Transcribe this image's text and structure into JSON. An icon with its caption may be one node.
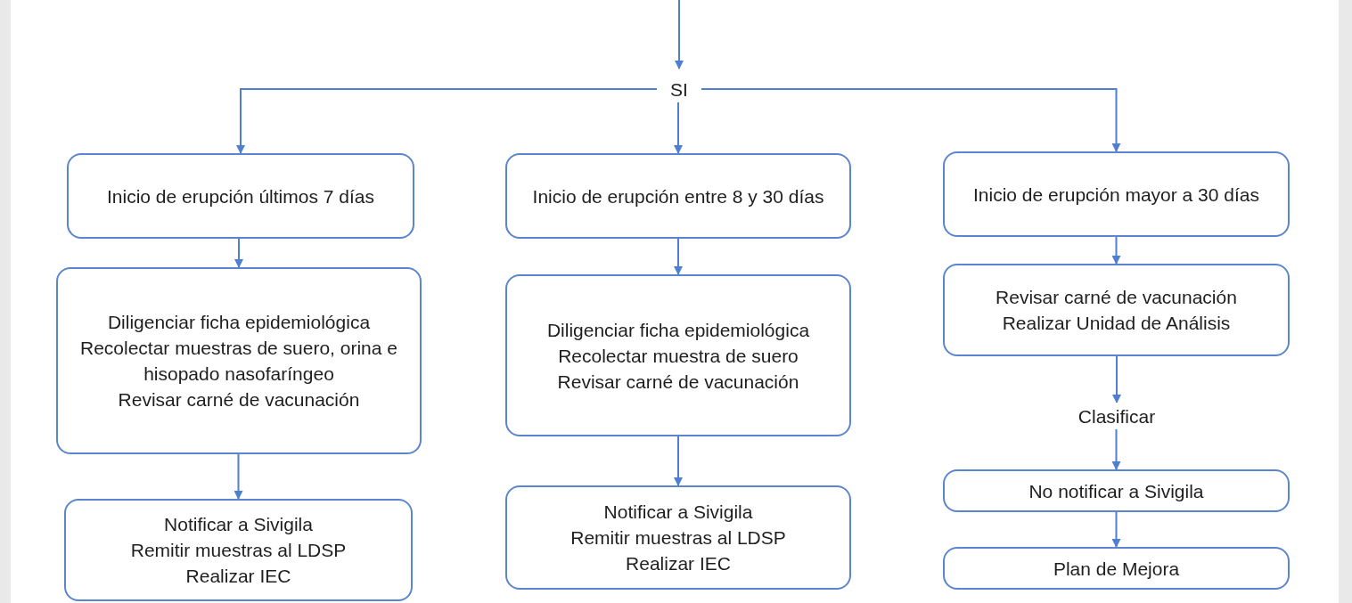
{
  "diagram": {
    "nodes": [
      {
        "text": [
          "SI"
        ]
      },
      {
        "text": [
          "Inicio de erupción últimos 7 días"
        ]
      },
      {
        "text": [
          "Inicio de erupción entre 8 y 30 días"
        ]
      },
      {
        "text": [
          "Inicio de erupción mayor a 30 días"
        ]
      },
      {
        "text": [
          "Diligenciar ficha epidemiológica",
          "Recolectar muestras de suero, orina e hisopado nasofaríngeo",
          "Revisar carné de vacunación"
        ]
      },
      {
        "text": [
          "Diligenciar ficha epidemiológica",
          "Recolectar muestra de suero",
          "Revisar carné de vacunación"
        ]
      },
      {
        "text": [
          "Revisar carné de vacunación",
          "Realizar Unidad de Análisis"
        ]
      },
      {
        "text": [
          "Clasificar"
        ]
      },
      {
        "text": [
          "No notificar a Sivigila"
        ]
      },
      {
        "text": [
          "Plan de Mejora"
        ]
      },
      {
        "text": [
          "Notificar a Sivigila",
          "Remitir muestras al LDSP",
          "Realizar IEC"
        ]
      },
      {
        "text": [
          "Notificar a Sivigila",
          "Remitir muestras al LDSP",
          "Realizar IEC"
        ]
      }
    ],
    "edges": [
      {
        "from": null,
        "to": 0,
        "arrow": "to"
      },
      {
        "from": 0,
        "to": 1,
        "arrow": "to"
      },
      {
        "from": 0,
        "to": 2,
        "arrow": "to"
      },
      {
        "from": 0,
        "to": 3,
        "arrow": "to"
      },
      {
        "from": 1,
        "to": 4,
        "arrow": "to"
      },
      {
        "from": 4,
        "to": 10,
        "arrow": "to"
      },
      {
        "from": 2,
        "to": 5,
        "arrow": "to"
      },
      {
        "from": 5,
        "to": 11,
        "arrow": "to"
      },
      {
        "from": 3,
        "to": 6,
        "arrow": "to"
      },
      {
        "from": 6,
        "to": 7,
        "arrow": "to"
      },
      {
        "from": 7,
        "to": 8,
        "arrow": "to"
      },
      {
        "from": 8,
        "to": 9,
        "arrow": "to"
      }
    ]
  }
}
